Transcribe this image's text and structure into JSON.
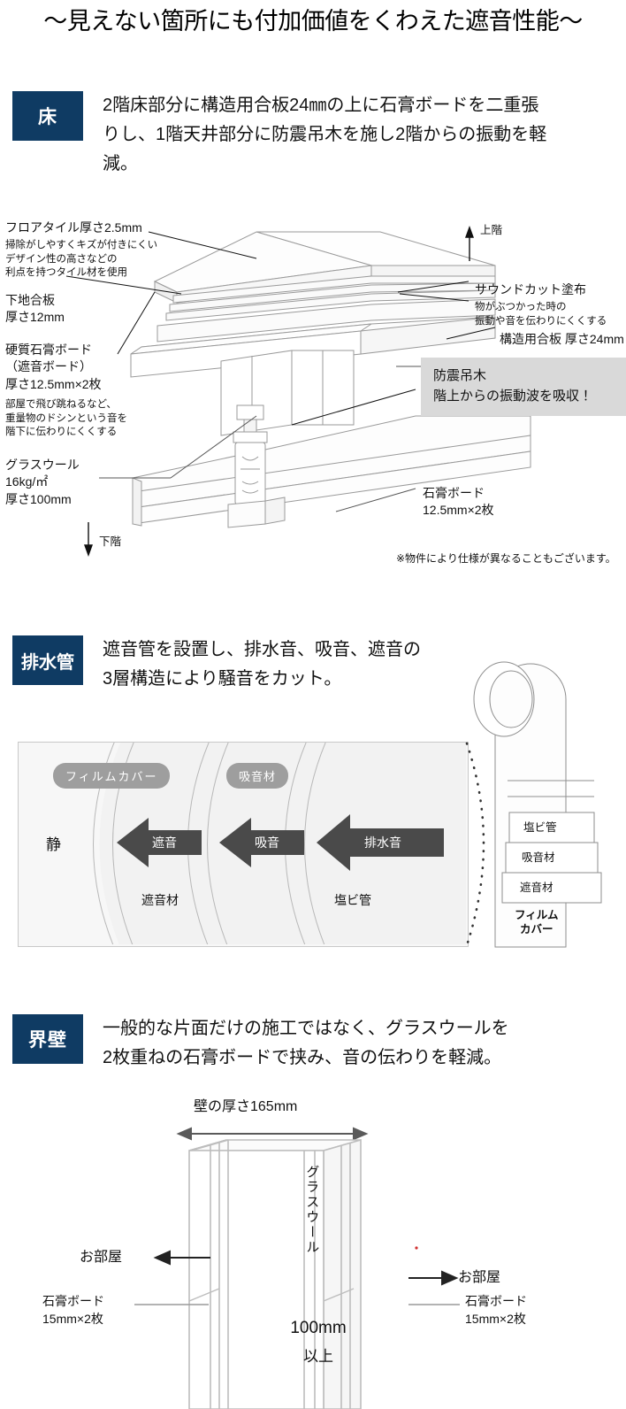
{
  "headline": "〜見えない箇所にも付加価値をくわえた遮音性能〜",
  "sections": {
    "floor": {
      "badge": "床",
      "body_line1": "2階床部分に構造用合板24㎜の上に石膏ボードを二重張",
      "body_line2": "りし、1階天井部分に防震吊木を施し2階からの振動を軽",
      "body_line3": "減。",
      "annotations": {
        "floor_tile_title": "フロアタイル厚さ2.5mm",
        "floor_tile_desc": "掃除がしやすくキズが付きにくい\nデザイン性の高さなどの\n利点を持つタイル材を使用",
        "subfloor_plywood": "下地合板\n厚さ12mm",
        "hard_gypsum_title": "硬質石膏ボード\n（遮音ボード）\n厚さ12.5mm×2枚",
        "hard_gypsum_desc": "部屋で飛び跳ねるなど、\n重量物のドシンという音を\n階下に伝わりにくくする",
        "glass_wool": "グラスウール\n16kg/㎡\n厚さ100mm",
        "lower_floor": "下階",
        "upper_floor": "上階",
        "soundcut_title": "サウンドカット塗布",
        "soundcut_desc": "物がぶつかった時の\n振動や音を伝わりにくくする",
        "structural_plywood": "構造用合板 厚さ24mm",
        "callout_line1": "防震吊木",
        "callout_line2": "階上からの振動波を吸収！",
        "gypsum_board": "石膏ボード\n12.5mm×2枚",
        "footnote": "※物件により仕様が異なることもございます。"
      }
    },
    "drain": {
      "badge": "排水管",
      "body_line1": "遮音管を設置し、排水音、吸音、遮音の",
      "body_line2": "3層構造により騒音をカット。",
      "diagram": {
        "pill_film": "フィルムカバー",
        "pill_absorb": "吸音材",
        "quiet": "静",
        "arrow_shield": "遮音",
        "arrow_absorb": "吸音",
        "arrow_drain": "排水音",
        "label_shield_material": "遮音材",
        "label_pvc": "塩ビ管",
        "pipe_layers": [
          "塩ビ管",
          "吸音材",
          "遮音材"
        ],
        "pipe_film_cover": "フィルム\nカバー"
      }
    },
    "wall": {
      "badge": "界壁",
      "body_line1": "一般的な片面だけの施工ではなく、グラスウールを",
      "body_line2": "2枚重ねの石膏ボードで挟み、音の伝わりを軽減。",
      "diagram": {
        "thickness": "壁の厚さ165mm",
        "room_left": "お部屋",
        "room_right": "お部屋",
        "gypsum_left": "石膏ボード\n15mm×2枚",
        "gypsum_right": "石膏ボード\n15mm×2枚",
        "glasswool_vertical": "グラスウール",
        "glasswool_thickness": "100mm",
        "glasswool_min": "以上"
      }
    }
  },
  "colors": {
    "badge_navy": "#0f3b63",
    "callout_gray": "#d9d9d9",
    "pill_gray": "#9e9e9e",
    "arrow_dark": "#4a4a4a",
    "diagram_line": "#b5b5b5",
    "panel_bg": "#f7f7f7"
  }
}
